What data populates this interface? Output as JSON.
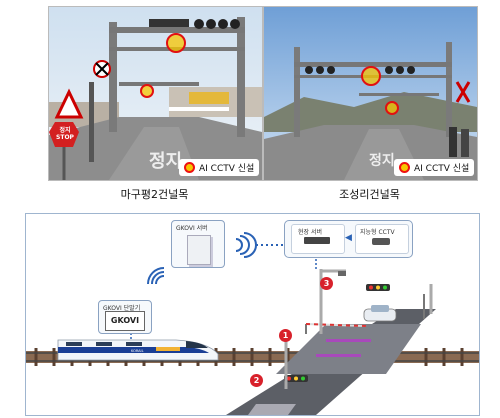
{
  "photos": [
    {
      "caption": "마구평2건널목",
      "legend": "AI CCTV 신설",
      "stop_sign": "정지 STOP"
    },
    {
      "caption": "조성리건널목",
      "legend": "AI CCTV 신설"
    }
  ],
  "diagram": {
    "server_label": "GKOVI 서버",
    "terminal_label": "GKOVI 단말기",
    "terminal_screen": "GKOVI",
    "field_server_label": "현장 서버",
    "cctv_label": "지능형 CCTV",
    "markers": [
      "1",
      "2",
      "3"
    ],
    "train_brand": "KORAIL"
  },
  "colors": {
    "marker_red": "#d8212b",
    "ring_red": "#e11111",
    "ring_fill": "#f7c600",
    "frame_blue": "#9fb5cf"
  }
}
